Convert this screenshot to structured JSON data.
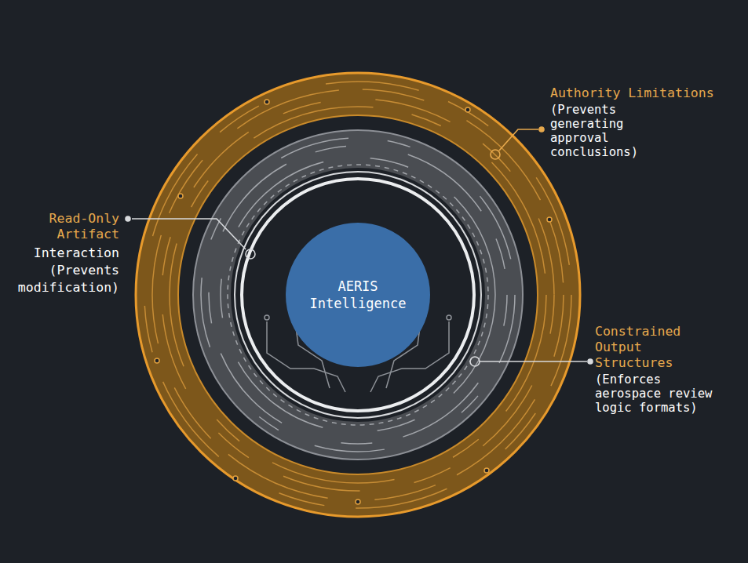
{
  "diagram": {
    "nodes": [
      {
        "text": [
          "AERIS Intelligence"
        ]
      }
    ],
    "labels": [
      "Authority Limitations",
      "(Prevents generating approval conclusions)",
      "Read-Only Artifact",
      "Interaction (Prevents modification)",
      "Constrained Output Structures",
      "(Enforces aerospace review logic formats)"
    ]
  }
}
